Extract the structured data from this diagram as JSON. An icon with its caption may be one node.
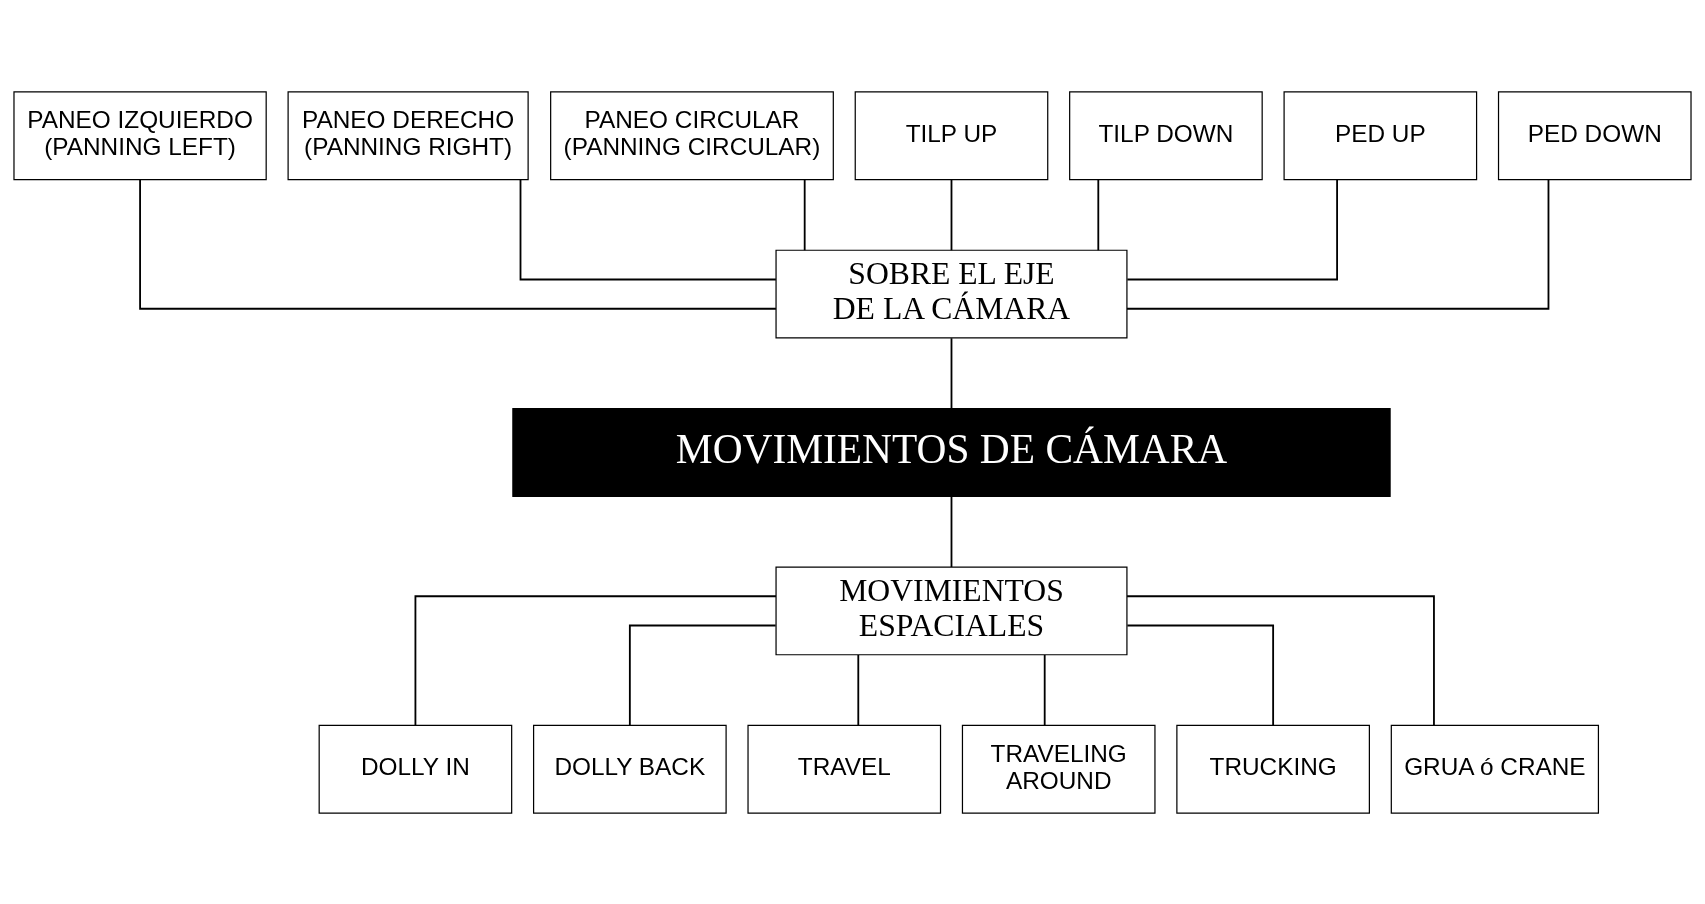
{
  "diagram": {
    "nodes": [
      {
        "text": [
          "PANEO IZQUIERDO (PANNING LEFT)"
        ]
      },
      {
        "text": [
          "PANEO DERECHO (PANNING RIGHT)"
        ]
      },
      {
        "text": [
          "PANEO CIRCULAR (PANNING CIRCULAR)"
        ]
      },
      {
        "text": [
          "TILP UP"
        ]
      },
      {
        "text": [
          "TILP DOWN"
        ]
      },
      {
        "text": [
          "PED UP"
        ]
      },
      {
        "text": [
          "PED DOWN"
        ]
      },
      {
        "text": [
          "SOBRE EL EJE DE LA CÁMARA"
        ]
      },
      {
        "text": [
          "MOVIMIENTOS DE CÁMARA"
        ]
      },
      {
        "text": [
          "MOVIMIENTOS ESPACIALES"
        ]
      },
      {
        "text": [
          "DOLLY IN"
        ]
      },
      {
        "text": [
          "DOLLY BACK"
        ]
      },
      {
        "text": [
          "TRAVEL"
        ]
      },
      {
        "text": [
          "TRAVELING AROUND"
        ]
      },
      {
        "text": [
          "TRUCKING"
        ]
      },
      {
        "text": [
          "GRUA ó CRANE"
        ]
      }
    ],
    "edges": [
      {
        "from": 0,
        "to": 7,
        "arrow": "none"
      },
      {
        "from": 1,
        "to": 7,
        "arrow": "none"
      },
      {
        "from": 2,
        "to": 7,
        "arrow": "none"
      },
      {
        "from": 3,
        "to": 7,
        "arrow": "none"
      },
      {
        "from": 4,
        "to": 7,
        "arrow": "none"
      },
      {
        "from": 5,
        "to": 7,
        "arrow": "none"
      },
      {
        "from": 6,
        "to": 7,
        "arrow": "none"
      },
      {
        "from": 7,
        "to": 8,
        "arrow": "none"
      },
      {
        "from": 8,
        "to": 9,
        "arrow": "none"
      },
      {
        "from": 9,
        "to": 10,
        "arrow": "none"
      },
      {
        "from": 9,
        "to": 11,
        "arrow": "none"
      },
      {
        "from": 9,
        "to": 12,
        "arrow": "none"
      },
      {
        "from": 9,
        "to": 13,
        "arrow": "none"
      },
      {
        "from": 9,
        "to": 14,
        "arrow": "none"
      },
      {
        "from": 9,
        "to": 15,
        "arrow": "none"
      }
    ]
  }
}
